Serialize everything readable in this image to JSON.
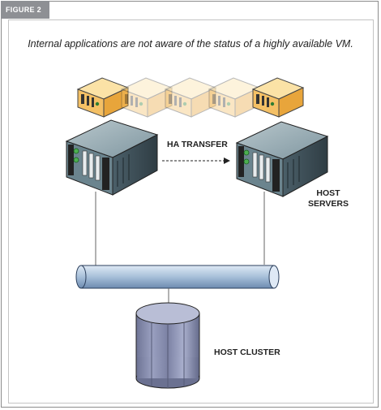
{
  "figure_tag": "FIGURE 2",
  "caption": "Internal applications are not aware of the status of a highly available VM.",
  "labels": {
    "transfer": "HA TRANSFER",
    "host_servers_line1": "HOST",
    "host_servers_line2": "SERVERS",
    "host_cluster": "HOST CLUSTER"
  },
  "colors": {
    "vm_solid": "#f0b24a",
    "vm_faded": "#f7dcb0",
    "server_body": "#5d7580",
    "network_pipe": "#a7bfd9",
    "storage": "#8c92b3"
  },
  "vm_states": [
    "solid",
    "faded",
    "faded",
    "faded",
    "solid"
  ]
}
